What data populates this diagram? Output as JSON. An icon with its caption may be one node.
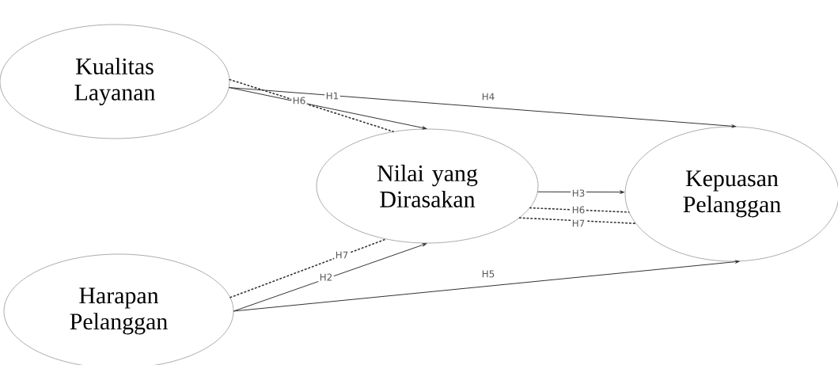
{
  "diagram": {
    "nodes": [
      {
        "text": [
          "Kualitas Layanan"
        ]
      },
      {
        "text": [
          "Nilai yang Dirasakan"
        ]
      },
      {
        "text": [
          "Kepuasan Pelanggan"
        ]
      },
      {
        "text": [
          "Harapan Pelanggan"
        ]
      }
    ],
    "edges": [
      {
        "from": 0,
        "to": 1,
        "arrow": "to",
        "label": "H1"
      },
      {
        "from": 0,
        "to": 2,
        "arrow": "to",
        "label": "H4"
      },
      {
        "from": 0,
        "to": 1,
        "arrow": "none",
        "label": "H6",
        "style": "dashed"
      },
      {
        "from": 1,
        "to": 2,
        "arrow": "to",
        "label": "H3"
      },
      {
        "from": 1,
        "to": 2,
        "arrow": "none",
        "label": "H6",
        "style": "dashed"
      },
      {
        "from": 1,
        "to": 2,
        "arrow": "none",
        "label": "H7",
        "style": "dashed"
      },
      {
        "from": 3,
        "to": 1,
        "arrow": "to",
        "label": "H2"
      },
      {
        "from": 3,
        "to": 2,
        "arrow": "to",
        "label": "H5"
      },
      {
        "from": 3,
        "to": 1,
        "arrow": "none",
        "label": "H7",
        "style": "dashed"
      }
    ]
  }
}
